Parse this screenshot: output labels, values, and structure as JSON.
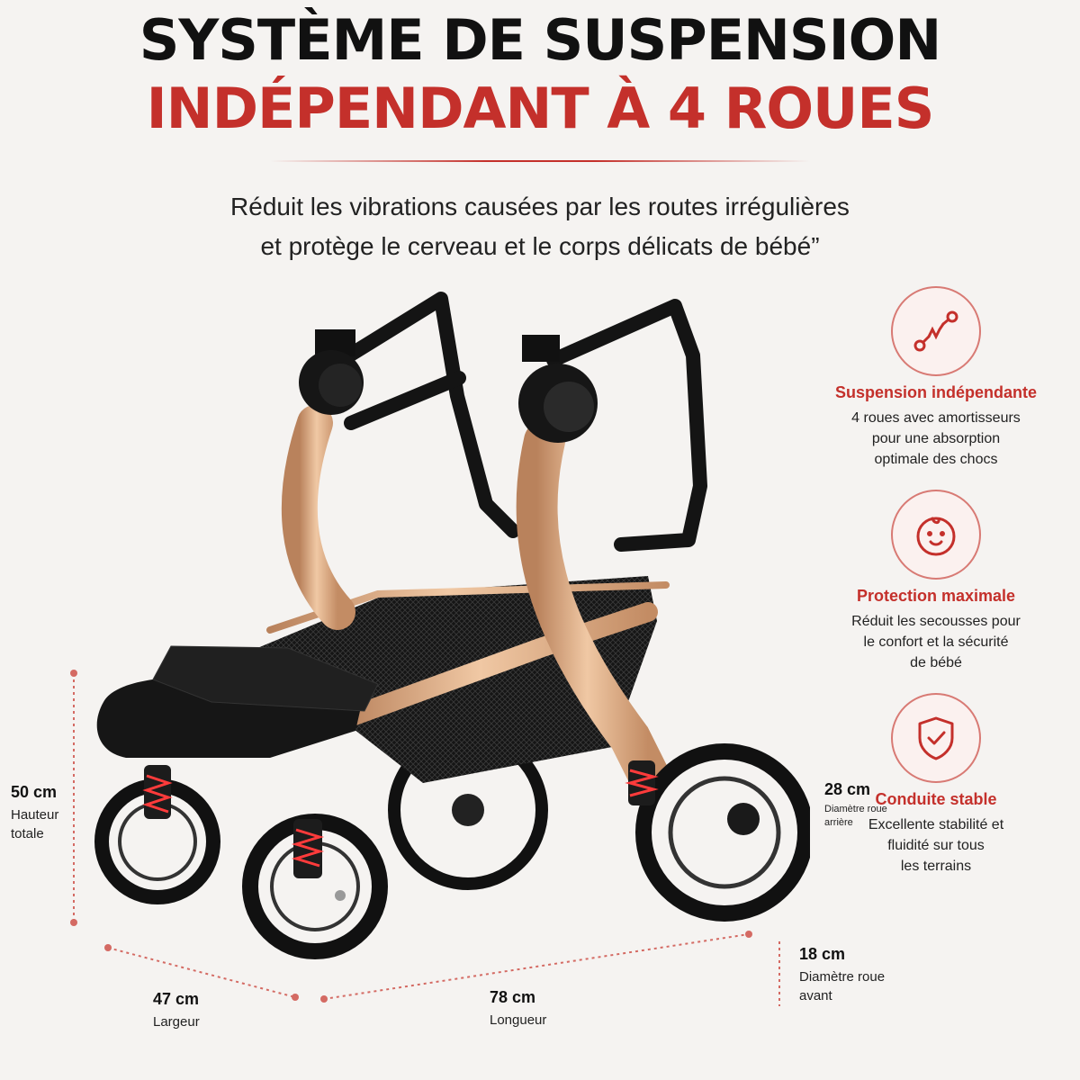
{
  "header": {
    "title_line1": "SYSTÈME DE SUSPENSION",
    "title_line2": "INDÉPENDANT À 4 ROUES",
    "subtitle_line1": "Réduit les vibrations causées par les routes irrégulières",
    "subtitle_line2": "et protège le cerveau et le corps délicats de bébé”"
  },
  "features": [
    {
      "icon": "shock-absorber-icon",
      "title": "Suspension indépendante",
      "desc": [
        "4 roues avec amortisseurs",
        "pour une absorption",
        "optimale des chocs"
      ]
    },
    {
      "icon": "baby-face-icon",
      "title": "Protection maximale",
      "desc": [
        "Réduit les secousses pour",
        "le confort et la sécurité",
        "de bébé"
      ]
    },
    {
      "icon": "shield-check-icon",
      "title": "Conduite stable",
      "desc": [
        "Excellente stabilité et",
        "fluidité sur tous",
        "les terrains"
      ]
    }
  ],
  "dimensions": {
    "height": {
      "value": "50 cm",
      "label": [
        "Hauteur",
        "totale"
      ]
    },
    "rear_wheel": {
      "value": "28 cm",
      "label": [
        "Diamètre roue",
        "arrière"
      ]
    },
    "front_wheel": {
      "value": "18 cm",
      "label": [
        "Diamètre roue",
        "avant"
      ]
    },
    "width": {
      "value": "47 cm",
      "label": [
        "Largeur"
      ]
    },
    "length": {
      "value": "78 cm",
      "label": [
        "Longueur"
      ]
    }
  },
  "colors": {
    "accent": "#c4302b",
    "frame_gold": "#d9a57e",
    "frame_black": "#1a1a1a",
    "background": "#f5f3f1"
  }
}
